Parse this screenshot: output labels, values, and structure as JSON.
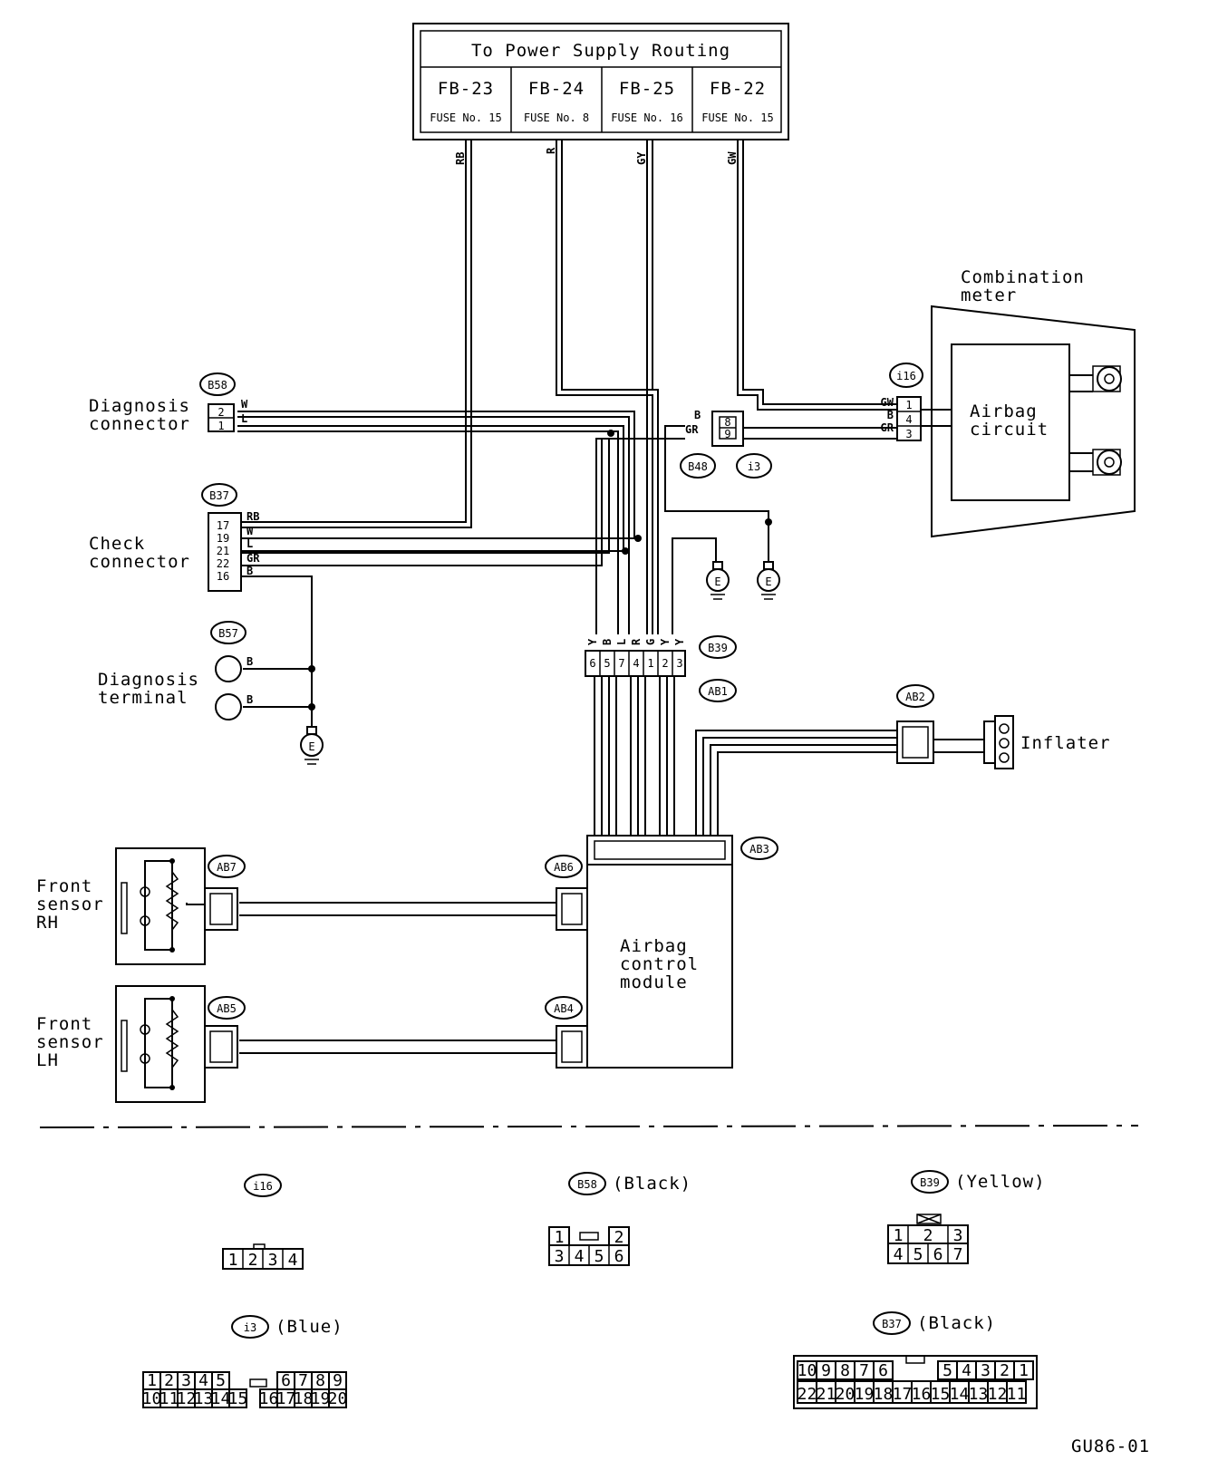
{
  "power_supply": {
    "title": "To Power Supply Routing",
    "fuses": [
      {
        "connector": "FB-23",
        "fuse": "FUSE No. 15",
        "wire": "RB"
      },
      {
        "connector": "FB-24",
        "fuse": "FUSE No. 8",
        "wire": "R"
      },
      {
        "connector": "FB-25",
        "fuse": "FUSE No. 16",
        "wire": "GY"
      },
      {
        "connector": "FB-22",
        "fuse": "FUSE No. 15",
        "wire": "GW"
      }
    ]
  },
  "combination_meter": {
    "label_1": "Combination",
    "label_2": "meter",
    "connector": "i16",
    "inner_1": "Airbag",
    "inner_2": "circuit",
    "pins": [
      "1",
      "4",
      "3"
    ],
    "wires": [
      "GW",
      "B",
      "GR"
    ]
  },
  "diagnosis_connector": {
    "label_1": "Diagnosis",
    "label_2": "connector",
    "connector": "B58",
    "pins": [
      "2",
      "1"
    ],
    "wires": [
      "W",
      "L"
    ]
  },
  "check_connector": {
    "label_1": "Check",
    "label_2": "connector",
    "connector": "B37",
    "pins": [
      "17",
      "19",
      "21",
      "22",
      "16"
    ],
    "wires": [
      "RB",
      "W",
      "L",
      "GR",
      "B"
    ]
  },
  "relay_connector": {
    "left": "B48",
    "right": "i3",
    "pins": [
      "8",
      "9"
    ],
    "wires": [
      "B",
      "GR"
    ]
  },
  "diagnosis_terminal": {
    "label_1": "Diagnosis",
    "label_2": "terminal",
    "connector": "B57",
    "wires": [
      "B",
      "B"
    ]
  },
  "ground_label": "E",
  "b39": {
    "connector": "B39",
    "sub": "AB1",
    "wire_letters": [
      "Y",
      "B",
      "L",
      "R",
      "G",
      "Y",
      "Y"
    ],
    "pins": [
      "6",
      "5",
      "7",
      "4",
      "1",
      "2",
      "3"
    ]
  },
  "inflater": {
    "label": "Inflater",
    "connector": "AB2"
  },
  "airbag_module": {
    "label_1": "Airbag",
    "label_2": "control",
    "label_3": "module",
    "connector": "AB3"
  },
  "front_sensor_rh": {
    "label_1": "Front",
    "label_2": "sensor",
    "label_3": "RH",
    "connector": "AB7",
    "module_connector": "AB6"
  },
  "front_sensor_lh": {
    "label_1": "Front",
    "label_2": "sensor",
    "label_3": "LH",
    "connector": "AB5",
    "module_connector": "AB4"
  },
  "connector_views": {
    "i16": {
      "name": "i16",
      "color": "",
      "pins": [
        "1",
        "2",
        "3",
        "4"
      ]
    },
    "b58": {
      "name": "B58",
      "color": "(Black)",
      "top": [
        "1",
        "2"
      ],
      "bottom": [
        "3",
        "4",
        "5",
        "6"
      ]
    },
    "b39": {
      "name": "B39",
      "color": "(Yellow)",
      "top": [
        "1",
        "2",
        "3"
      ],
      "bottom": [
        "4",
        "5",
        "6",
        "7"
      ]
    },
    "i3": {
      "name": "i3",
      "color": "(Blue)",
      "top_a": [
        "1",
        "2",
        "3",
        "4",
        "5"
      ],
      "top_b": [
        "6",
        "7",
        "8",
        "9"
      ],
      "bottom_a": [
        "10",
        "11",
        "12",
        "13",
        "14",
        "15"
      ],
      "bottom_b": [
        "16",
        "17",
        "18",
        "19",
        "20"
      ]
    },
    "b37": {
      "name": "B37",
      "color": "(Black)",
      "top_a": [
        "10",
        "9",
        "8",
        "7",
        "6"
      ],
      "top_b": [
        "5",
        "4",
        "3",
        "2",
        "1"
      ],
      "bottom": [
        "22",
        "21",
        "20",
        "19",
        "18",
        "17",
        "16",
        "15",
        "14",
        "13",
        "12",
        "11"
      ]
    }
  },
  "figure_code": "GU86-01"
}
